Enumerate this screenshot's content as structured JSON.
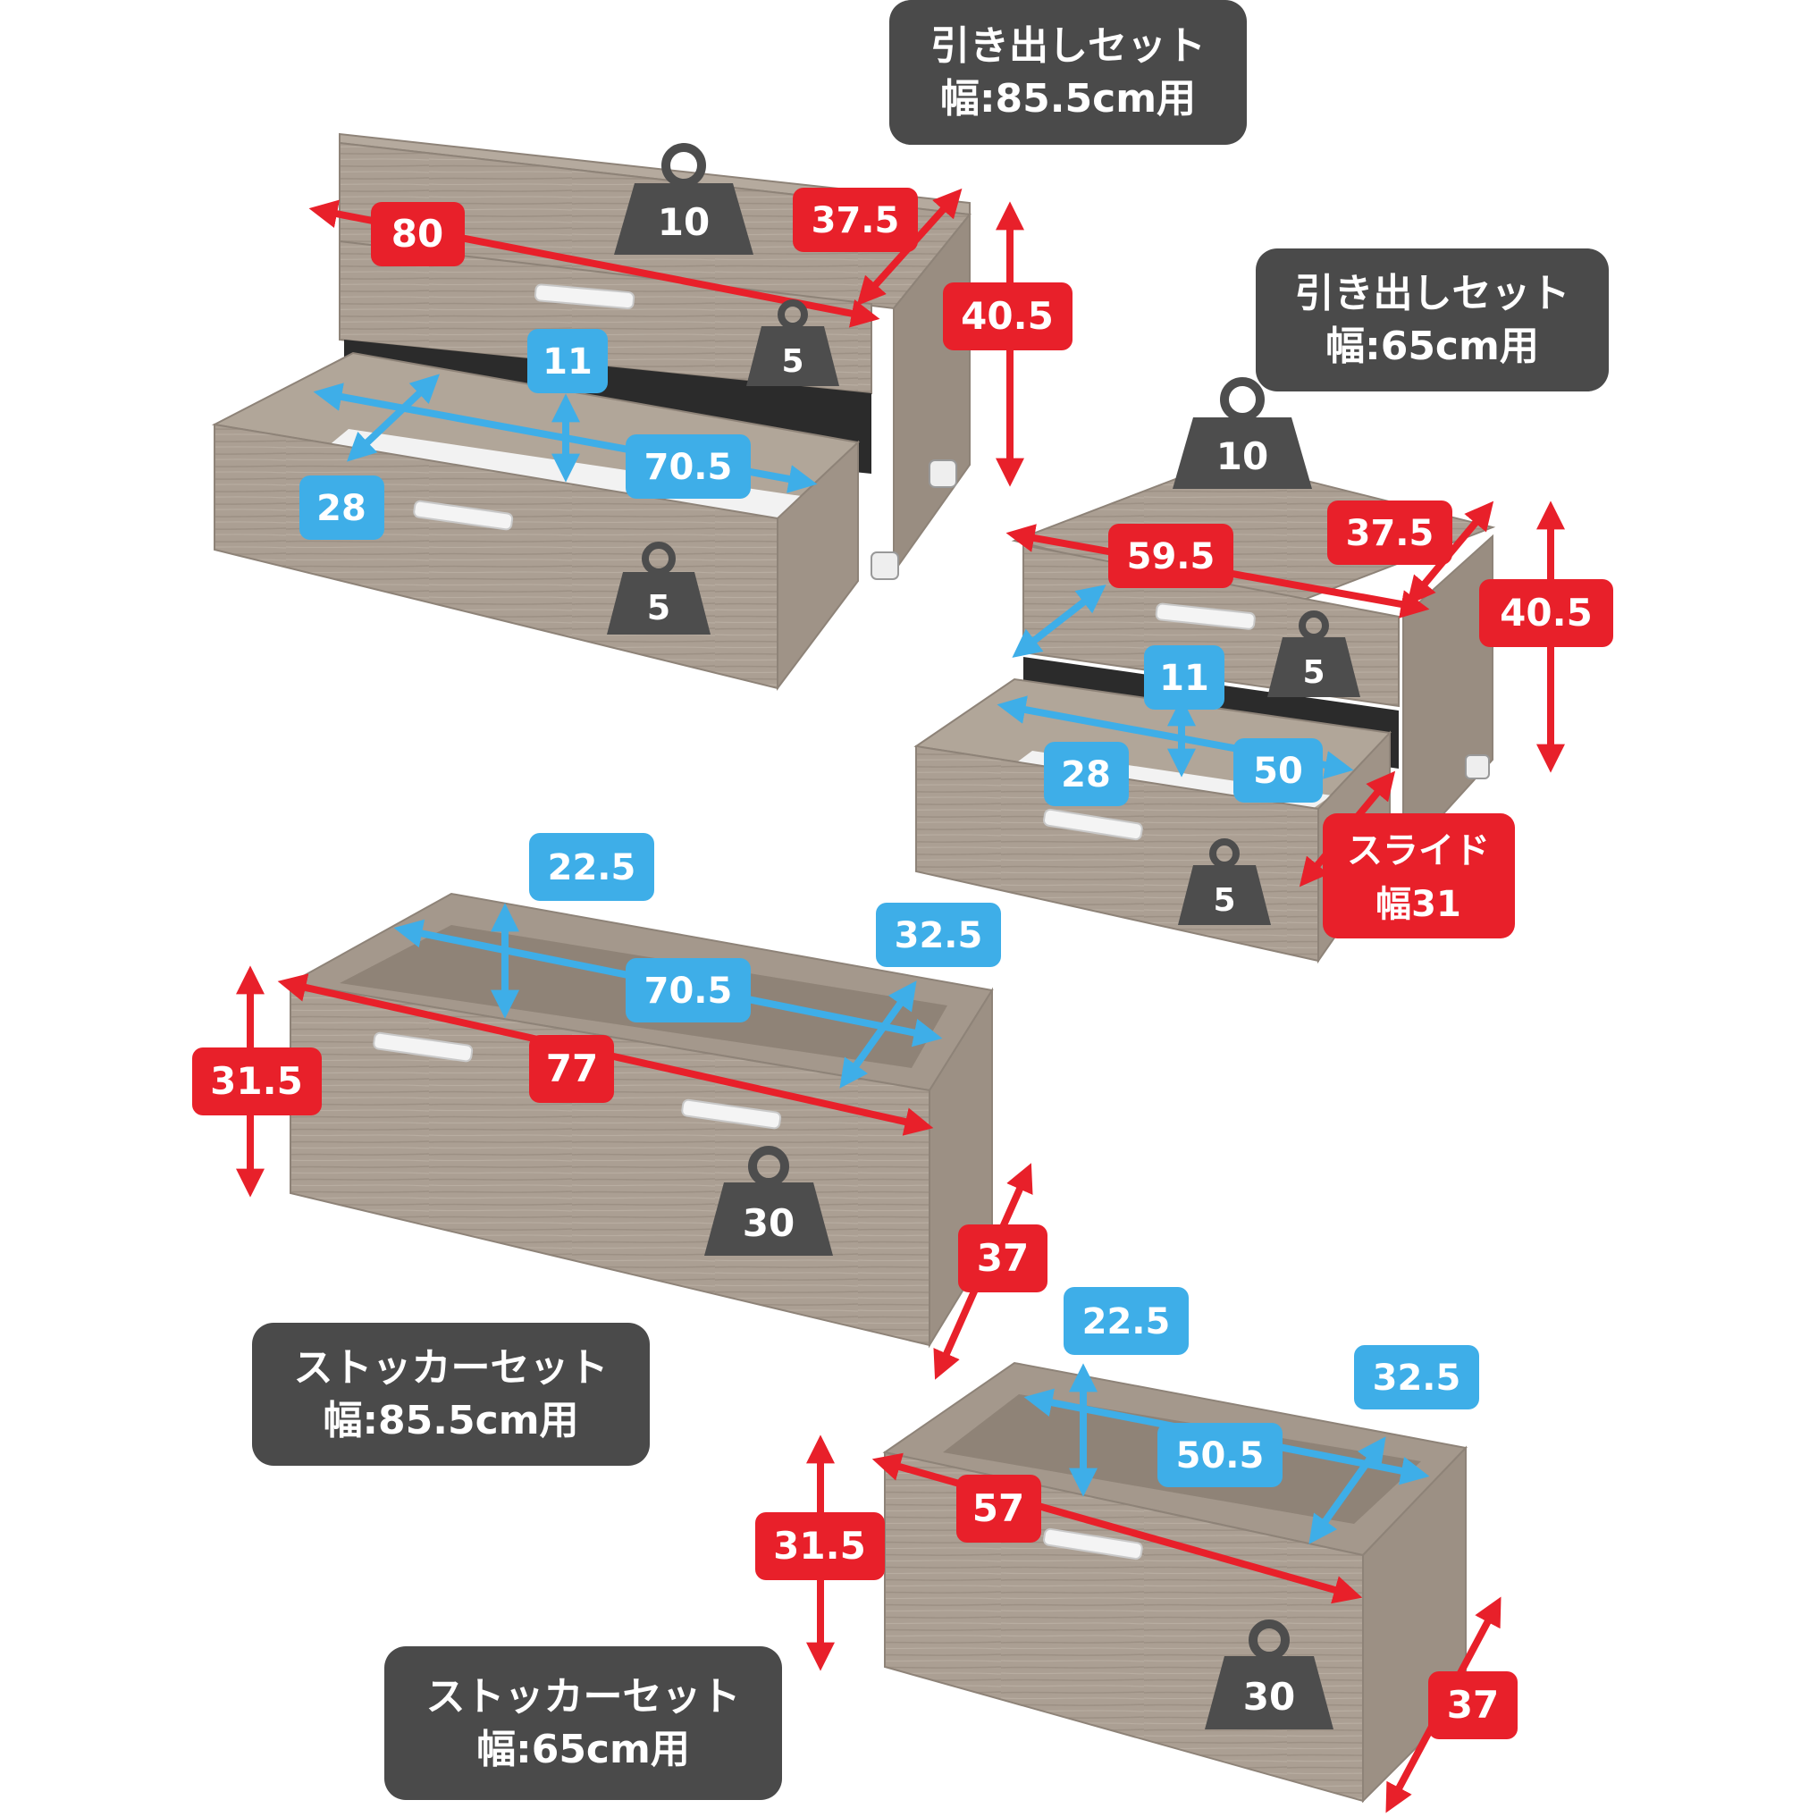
{
  "colors": {
    "dimension_outer": "#e8202a",
    "dimension_inner": "#3eaee8",
    "weight_icon": "#4d4d4d",
    "title_box": "#4a4a4a",
    "wood": "#a99d91"
  },
  "units": [
    {
      "title_line1": "引き出しセット",
      "title_line2": "幅:85.5cm用",
      "outer": {
        "width": "80",
        "depth": "37.5",
        "height": "40.5"
      },
      "inner": {
        "width": "70.5",
        "depth": "28",
        "height": "11"
      },
      "load": {
        "top": "10",
        "upper_drawer": "5",
        "lower_drawer": "5"
      }
    },
    {
      "title_line1": "引き出しセット",
      "title_line2": "幅:65cm用",
      "outer": {
        "width": "59.5",
        "depth": "37.5",
        "height": "40.5"
      },
      "inner": {
        "width": "50",
        "depth": "28",
        "height": "11"
      },
      "load": {
        "top": "10",
        "upper_drawer": "5",
        "lower_drawer": "5"
      },
      "slide_line1": "スライド",
      "slide_line2": "幅31"
    },
    {
      "title_line1": "ストッカーセット",
      "title_line2": "幅:85.5cm用",
      "outer": {
        "width": "77",
        "depth": "37",
        "height": "31.5"
      },
      "inner": {
        "width": "70.5",
        "depth": "32.5",
        "height": "22.5"
      },
      "load": {
        "box": "30"
      }
    },
    {
      "title_line1": "ストッカーセット",
      "title_line2": "幅:65cm用",
      "outer": {
        "width": "57",
        "depth": "37",
        "height": "31.5"
      },
      "inner": {
        "width": "50.5",
        "depth": "32.5",
        "height": "22.5"
      },
      "load": {
        "box": "30"
      }
    }
  ]
}
